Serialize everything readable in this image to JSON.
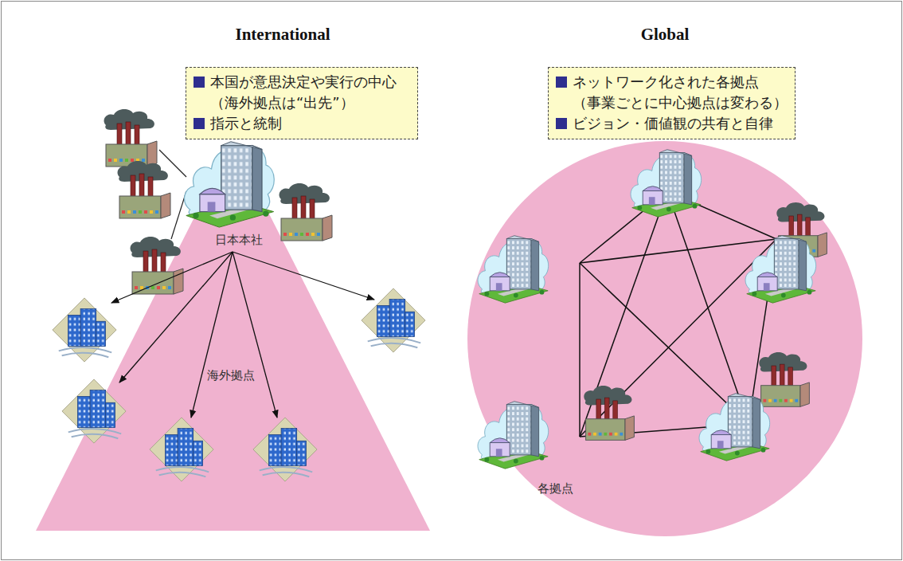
{
  "diagram": {
    "nodes": [
      {
        "text": [
          "本国が意思決定や実行の中心 （海外拠点は“出先”）",
          "指示と統制"
        ]
      },
      {
        "text": [
          "ネットワーク化された各拠点 （事業ごとに中心拠点は変わる）",
          "ビジョン・価値観の共有と自律"
        ]
      }
    ],
    "labels": [
      "International",
      "Global",
      "日本本社",
      "海外拠点",
      "各拠点"
    ]
  }
}
